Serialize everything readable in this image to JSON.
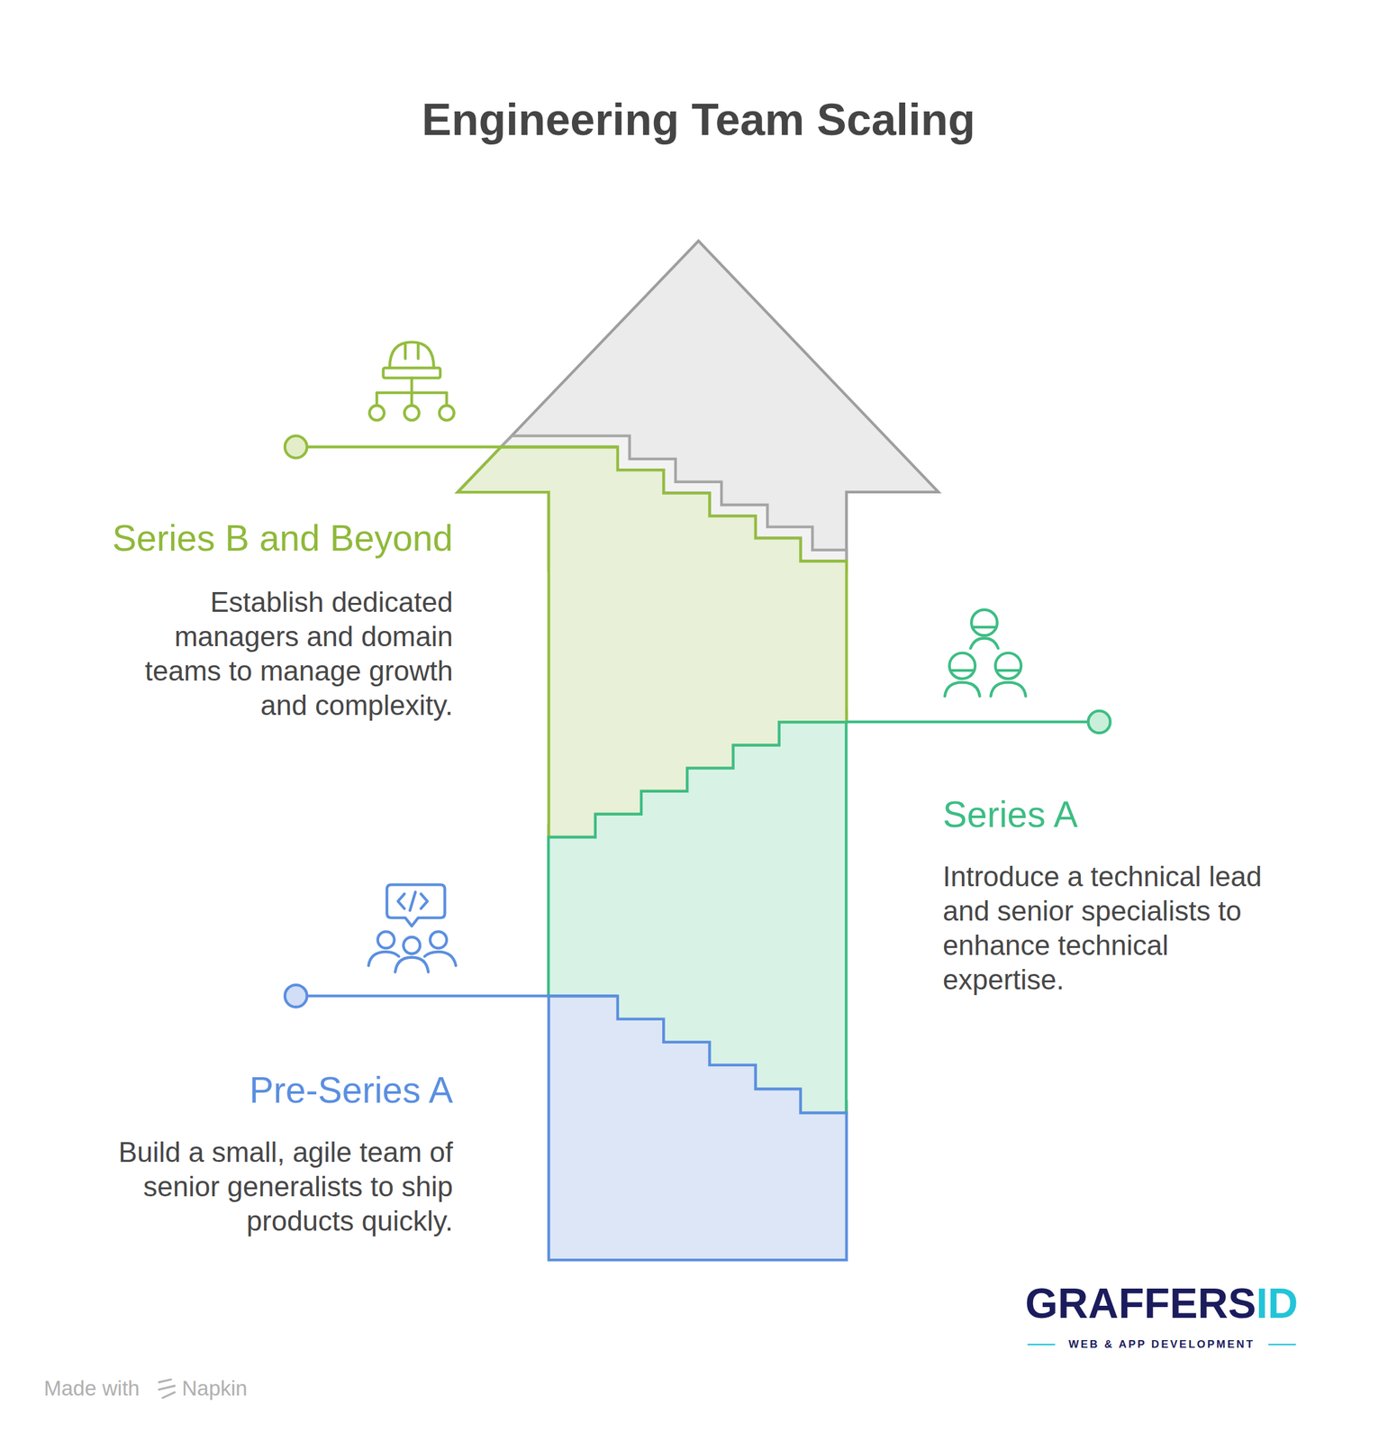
{
  "diagram": {
    "title": "Engineering Team Scaling",
    "nodes": [
      {
        "text": [
          "Series B and Beyond",
          "Establish dedicated managers and domain teams to manage growth and complexity."
        ]
      },
      {
        "text": [
          "Series A",
          "Introduce a technical lead and senior specialists to enhance technical expertise."
        ]
      },
      {
        "text": [
          "Pre-Series A",
          "Build a small, agile team of senior generalists to ship products quickly."
        ]
      }
    ],
    "labels": [
      "GRAFFERSID",
      "WEB & APP DEVELOPMENT",
      "Made with",
      "Napkin"
    ]
  }
}
